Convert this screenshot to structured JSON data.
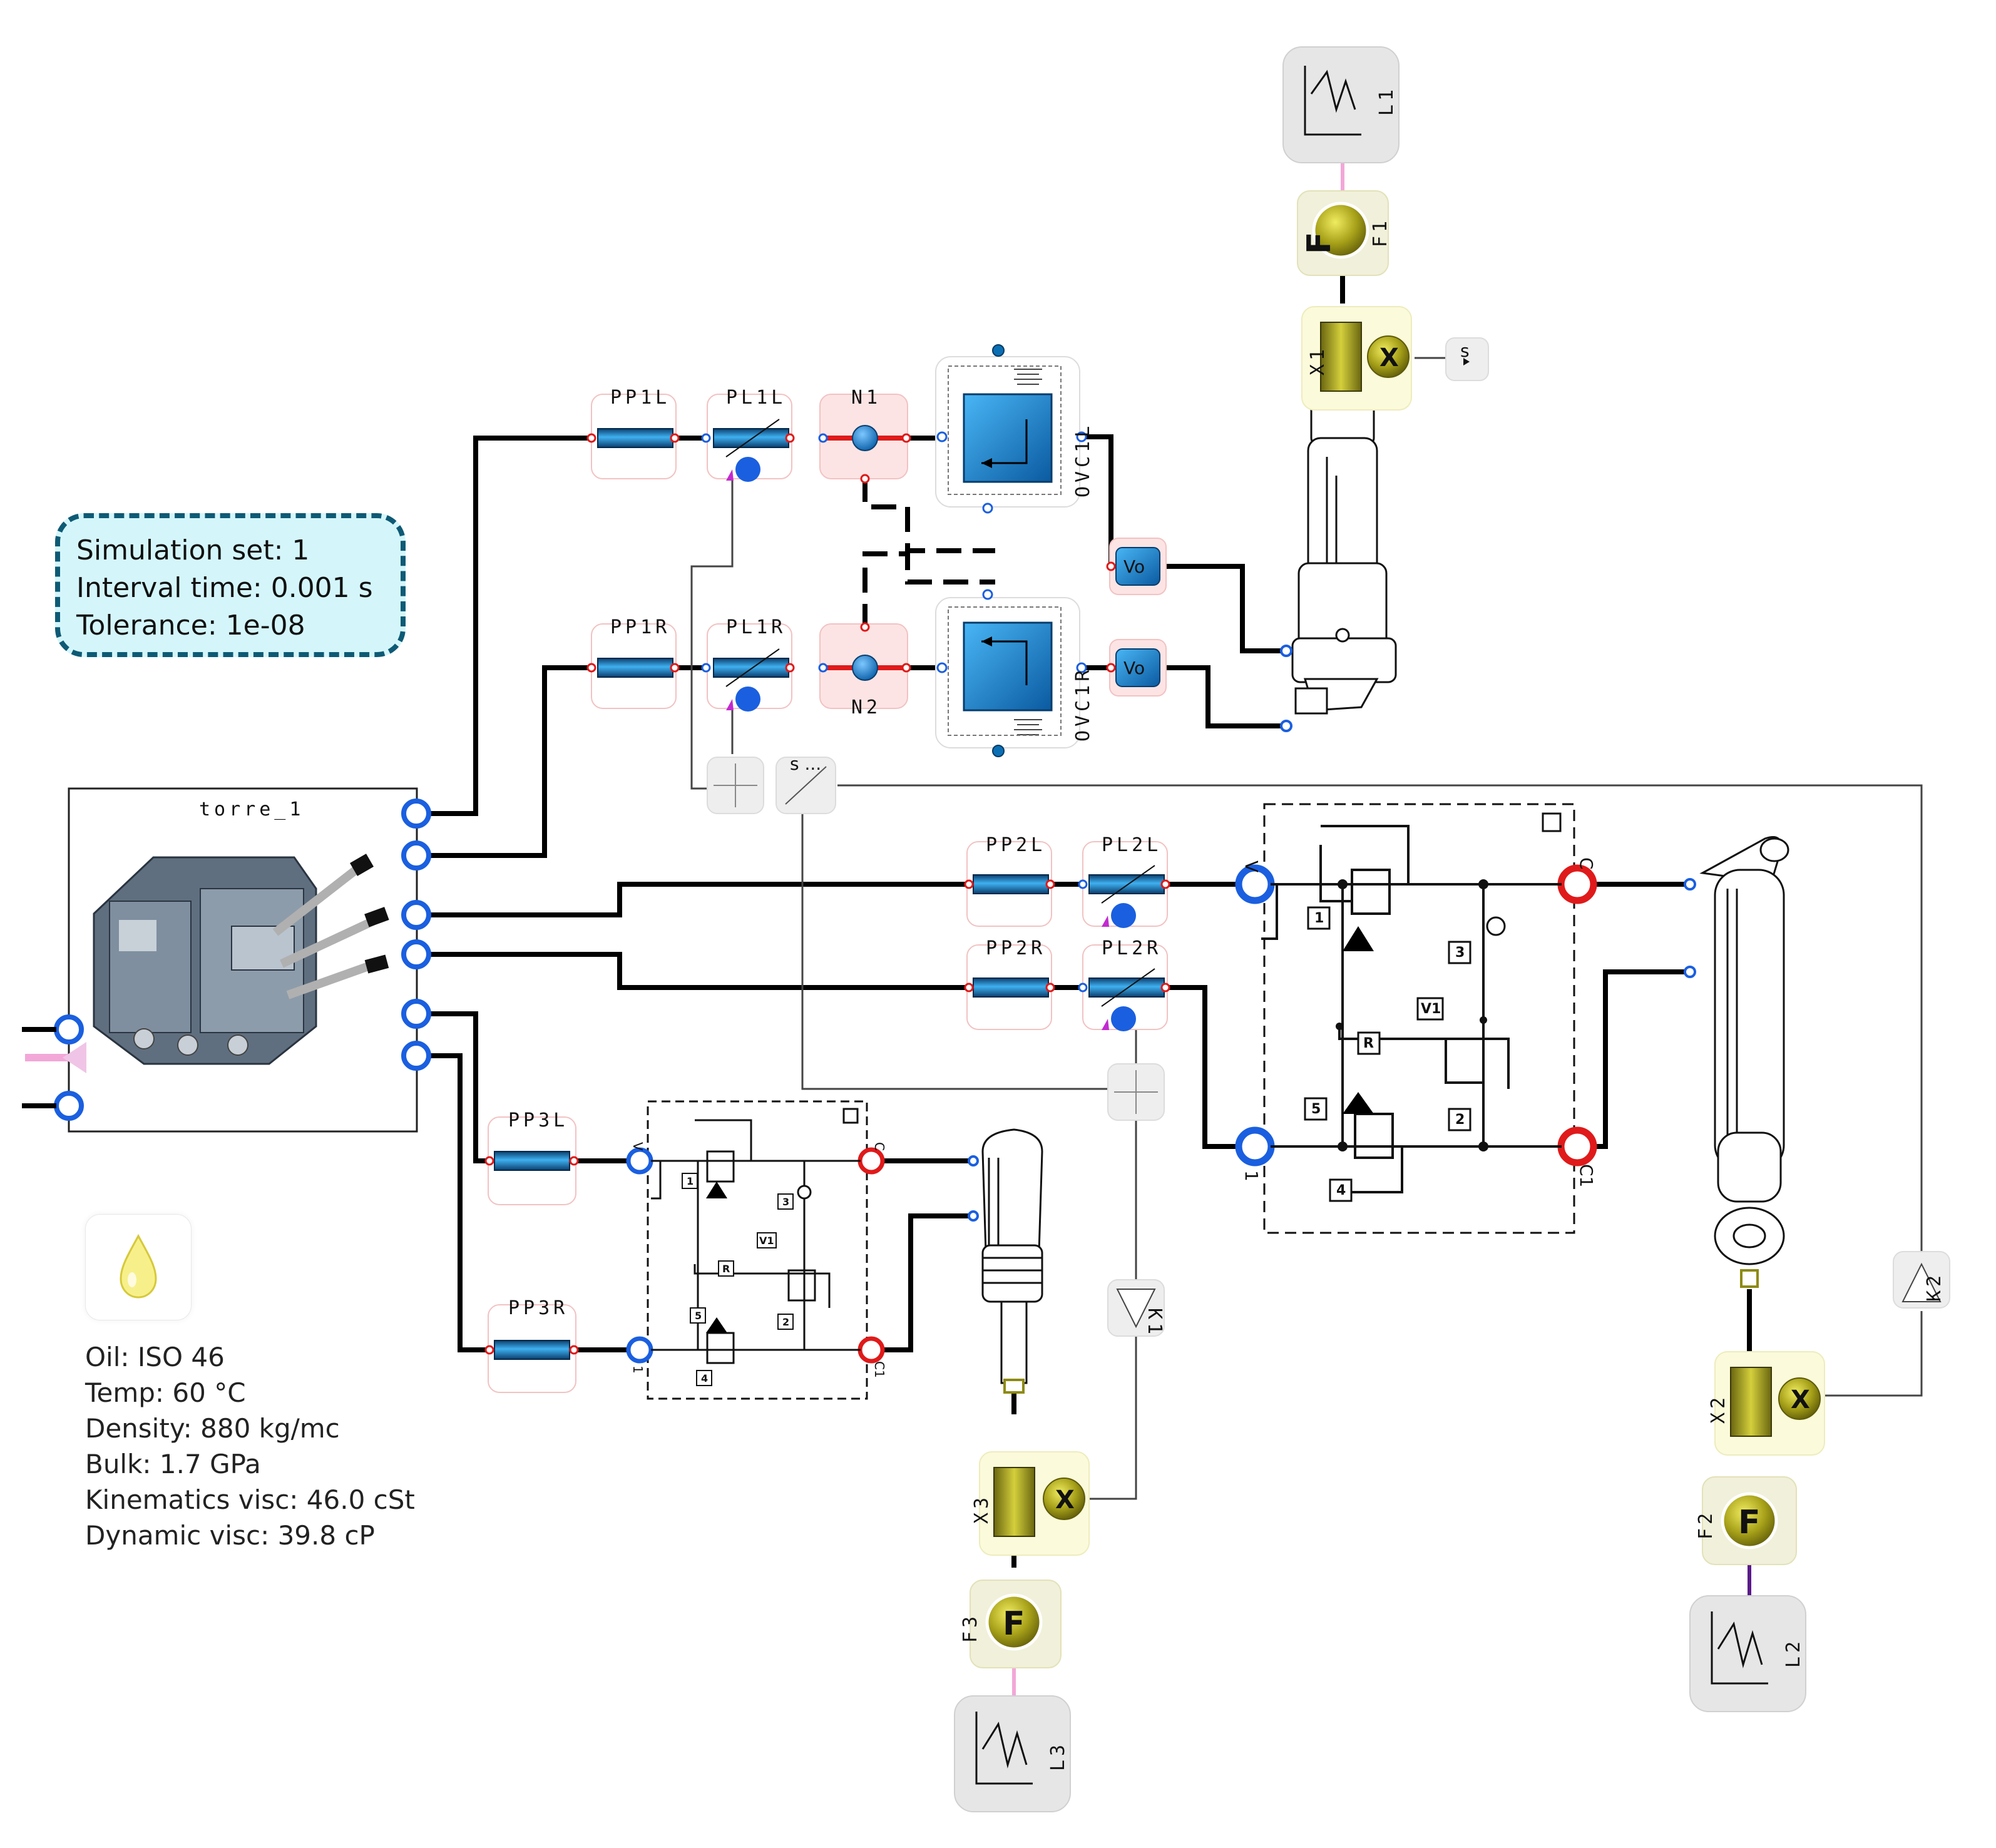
{
  "simulation": {
    "set_line": "Simulation set: 1",
    "interval_line": "Interval time: 0.001 s",
    "tolerance_line": "Tolerance: 1e-08"
  },
  "oil": {
    "lines": [
      "Oil: ISO 46",
      "Temp: 60 °C",
      "Density: 880 kg/mc",
      "Bulk: 1.7 GPa",
      "Kinematics visc: 46.0 cSt",
      "Dynamic visc: 39.8 cP"
    ]
  },
  "labels": {
    "torre": "torre_1",
    "pp1l": "PP1L",
    "pl1l": "PL1L",
    "n1": "N1",
    "ovc1l": "OVC1L",
    "pp1r": "PP1R",
    "pl1r": "PL1R",
    "n2": "N2",
    "ovc1r": "OVC1R",
    "vo1": "Vo",
    "vo2": "Vo",
    "pp2l": "PP2L",
    "pl2l": "PL2L",
    "pp2r": "PP2R",
    "pl2r": "PL2R",
    "pp3l": "PP3L",
    "pp3r": "PP3R",
    "l1": "L1",
    "l2": "L2",
    "l3": "L3",
    "f1": "F1",
    "f2": "F2",
    "f3": "F3",
    "x1": "X1",
    "x2": "X2",
    "x3": "X3",
    "k1": "K1",
    "k2": "K2",
    "s_out": "s",
    "sum_s": "s ...",
    "f_glyph": "F",
    "x_glyph": "X",
    "v_port": "V",
    "v1_port": "1",
    "c_port": "C",
    "c1_port": "C1",
    "v_port_small": "V",
    "v1_port_small": "1",
    "c_port_small": "C",
    "c1_port_small": "C1",
    "block_num_1": "1",
    "block_num_2": "2",
    "block_num_3": "3",
    "block_num_4": "4",
    "block_num_5": "5",
    "block_r": "R",
    "block_v1": "V1",
    "sblock_num_1": "1",
    "sblock_num_2": "2",
    "sblock_num_3": "3",
    "sblock_num_4": "4",
    "sblock_num_5": "5",
    "sblock_r": "R",
    "sblock_v1": "V1"
  },
  "colors": {
    "port_blue": "#1a5fe0",
    "port_red": "#e01a1a",
    "olive": "#8d8a12",
    "pipe": "#0b6fb4",
    "dashed_border": "#0e5a75"
  }
}
